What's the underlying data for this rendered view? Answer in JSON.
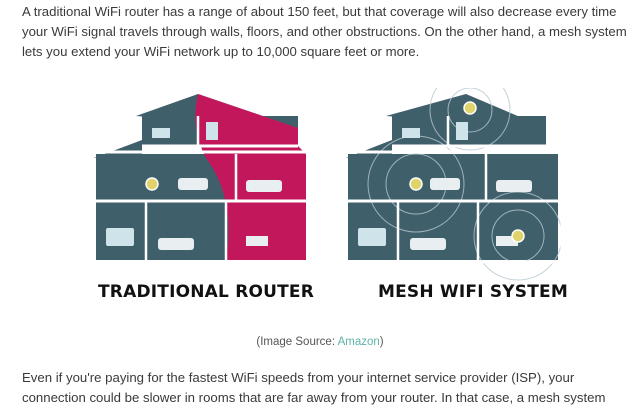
{
  "article": {
    "paragraph_1": "A traditional WiFi router has a range of about 150 feet, but that coverage will also decrease every time your WiFi signal travels through walls, floors, and other obstructions. On the other hand, a mesh system lets you extend your WiFi network up to 10,000 square feet or more.",
    "paragraph_2": "Even if you're paying for the fastest WiFi speeds from your internet service provider (ISP), your connection could be slower in rooms that are far away from your router. In that case, a mesh system"
  },
  "figure": {
    "left_label": "TRADITIONAL ROUTER",
    "right_label": "MESH WIFI SYSTEM",
    "caption_prefix": "(Image Source: ",
    "caption_link": "Amazon",
    "caption_suffix": ")"
  },
  "colors": {
    "house_fill": "#3f5f6b",
    "coverage_magenta": "#c2185b",
    "mesh_circles": "#b8c8cf",
    "wall_white": "#ffffff",
    "link": "#5fb3a8"
  }
}
